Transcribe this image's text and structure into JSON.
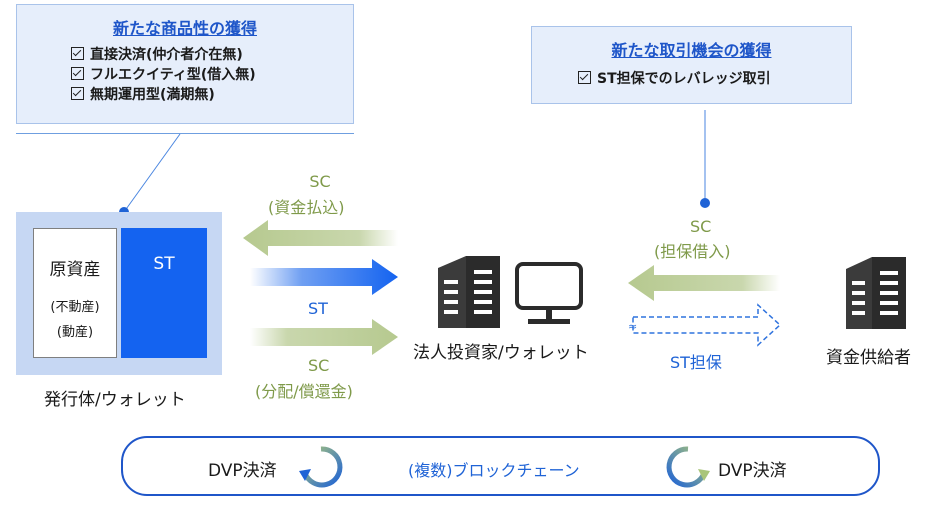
{
  "callout_left": {
    "title": "新たな商品性の獲得",
    "items": [
      "直接決済(仲介者介在無)",
      "フルエクイティ型(借入無)",
      "無期運用型(満期無)"
    ]
  },
  "callout_right": {
    "title": "新たな取引機会の獲得",
    "items": [
      "ST担保でのレバレッジ取引"
    ]
  },
  "issuer": {
    "asset_title": "原資産",
    "asset_sub1": "(不動産)",
    "asset_sub2": "(動産)",
    "st_label": "ST",
    "caption": "発行体/ウォレット"
  },
  "flows_left": {
    "sc_top": "SC",
    "sc_top_sub": "(資金払込)",
    "st": "ST",
    "sc_bottom": "SC",
    "sc_bottom_sub": "(分配/償還金)"
  },
  "investor": {
    "caption": "法人投資家/ウォレット"
  },
  "flows_right": {
    "sc": "SC",
    "sc_sub": "(担保借入)",
    "st_collateral": "ST担保"
  },
  "lender": {
    "caption": "資金供給者"
  },
  "blockchain": {
    "left_label": "DVP決済",
    "center_label": "(複数)ブロックチェーン",
    "right_label": "DVP決済"
  },
  "colors": {
    "accent_blue": "#1463f0",
    "olive_arrow": "#b6c98f",
    "callout_bg": "#e6eefb",
    "issuer_bg": "#c6d7f3",
    "chain_border": "#1f56c9"
  }
}
